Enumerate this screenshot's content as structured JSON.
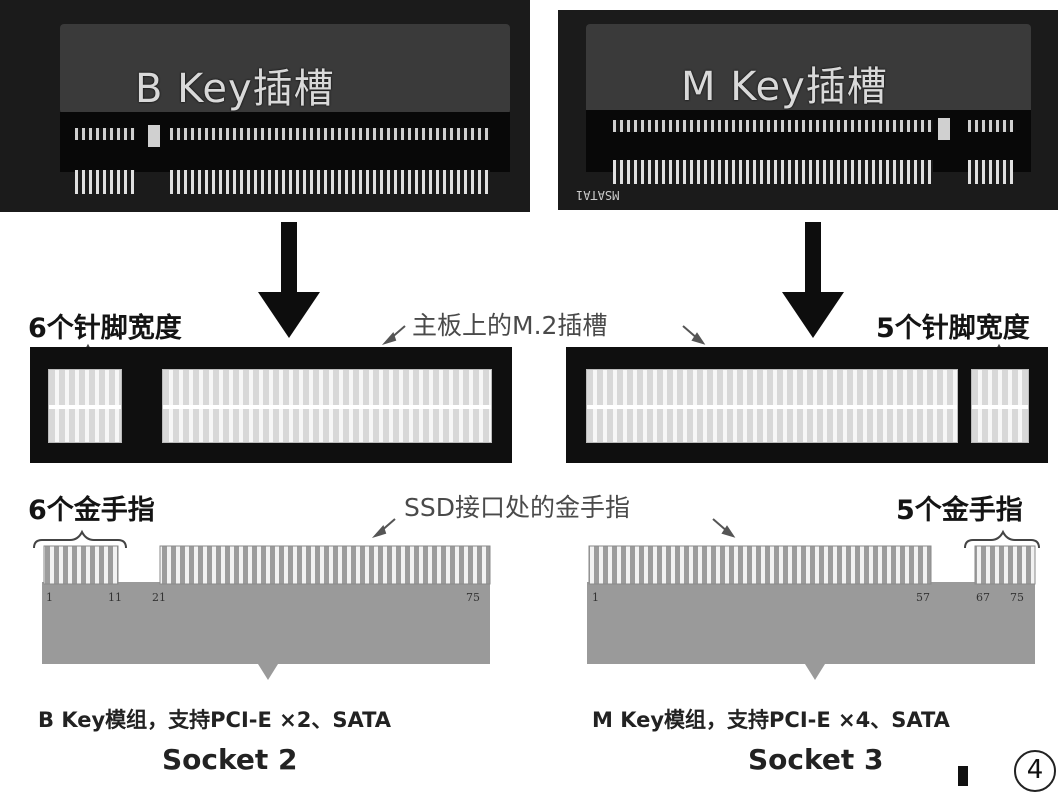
{
  "photos": {
    "b_key_label": "B Key插槽",
    "m_key_label": "M Key插槽",
    "m_key_silk": "MSATA1"
  },
  "labels": {
    "b_pin_width": "6个针脚宽度",
    "m_pin_width": "5个针脚宽度",
    "motherboard_slot": "主板上的M.2插槽",
    "b_gold_fingers": "6个金手指",
    "m_gold_fingers": "5个金手指",
    "ssd_gold_fingers": "SSD接口处的金手指"
  },
  "pins": {
    "b": [
      "1",
      "11",
      "21",
      "75"
    ],
    "m": [
      "1",
      "57",
      "67",
      "75"
    ]
  },
  "captions": {
    "b_module": "B Key模组，支持PCI-E ×2、SATA",
    "b_socket": "Socket 2",
    "m_module": "M Key模组，支持PCI-E ×4、SATA",
    "m_socket": "Socket 3"
  },
  "figure_number": "4"
}
